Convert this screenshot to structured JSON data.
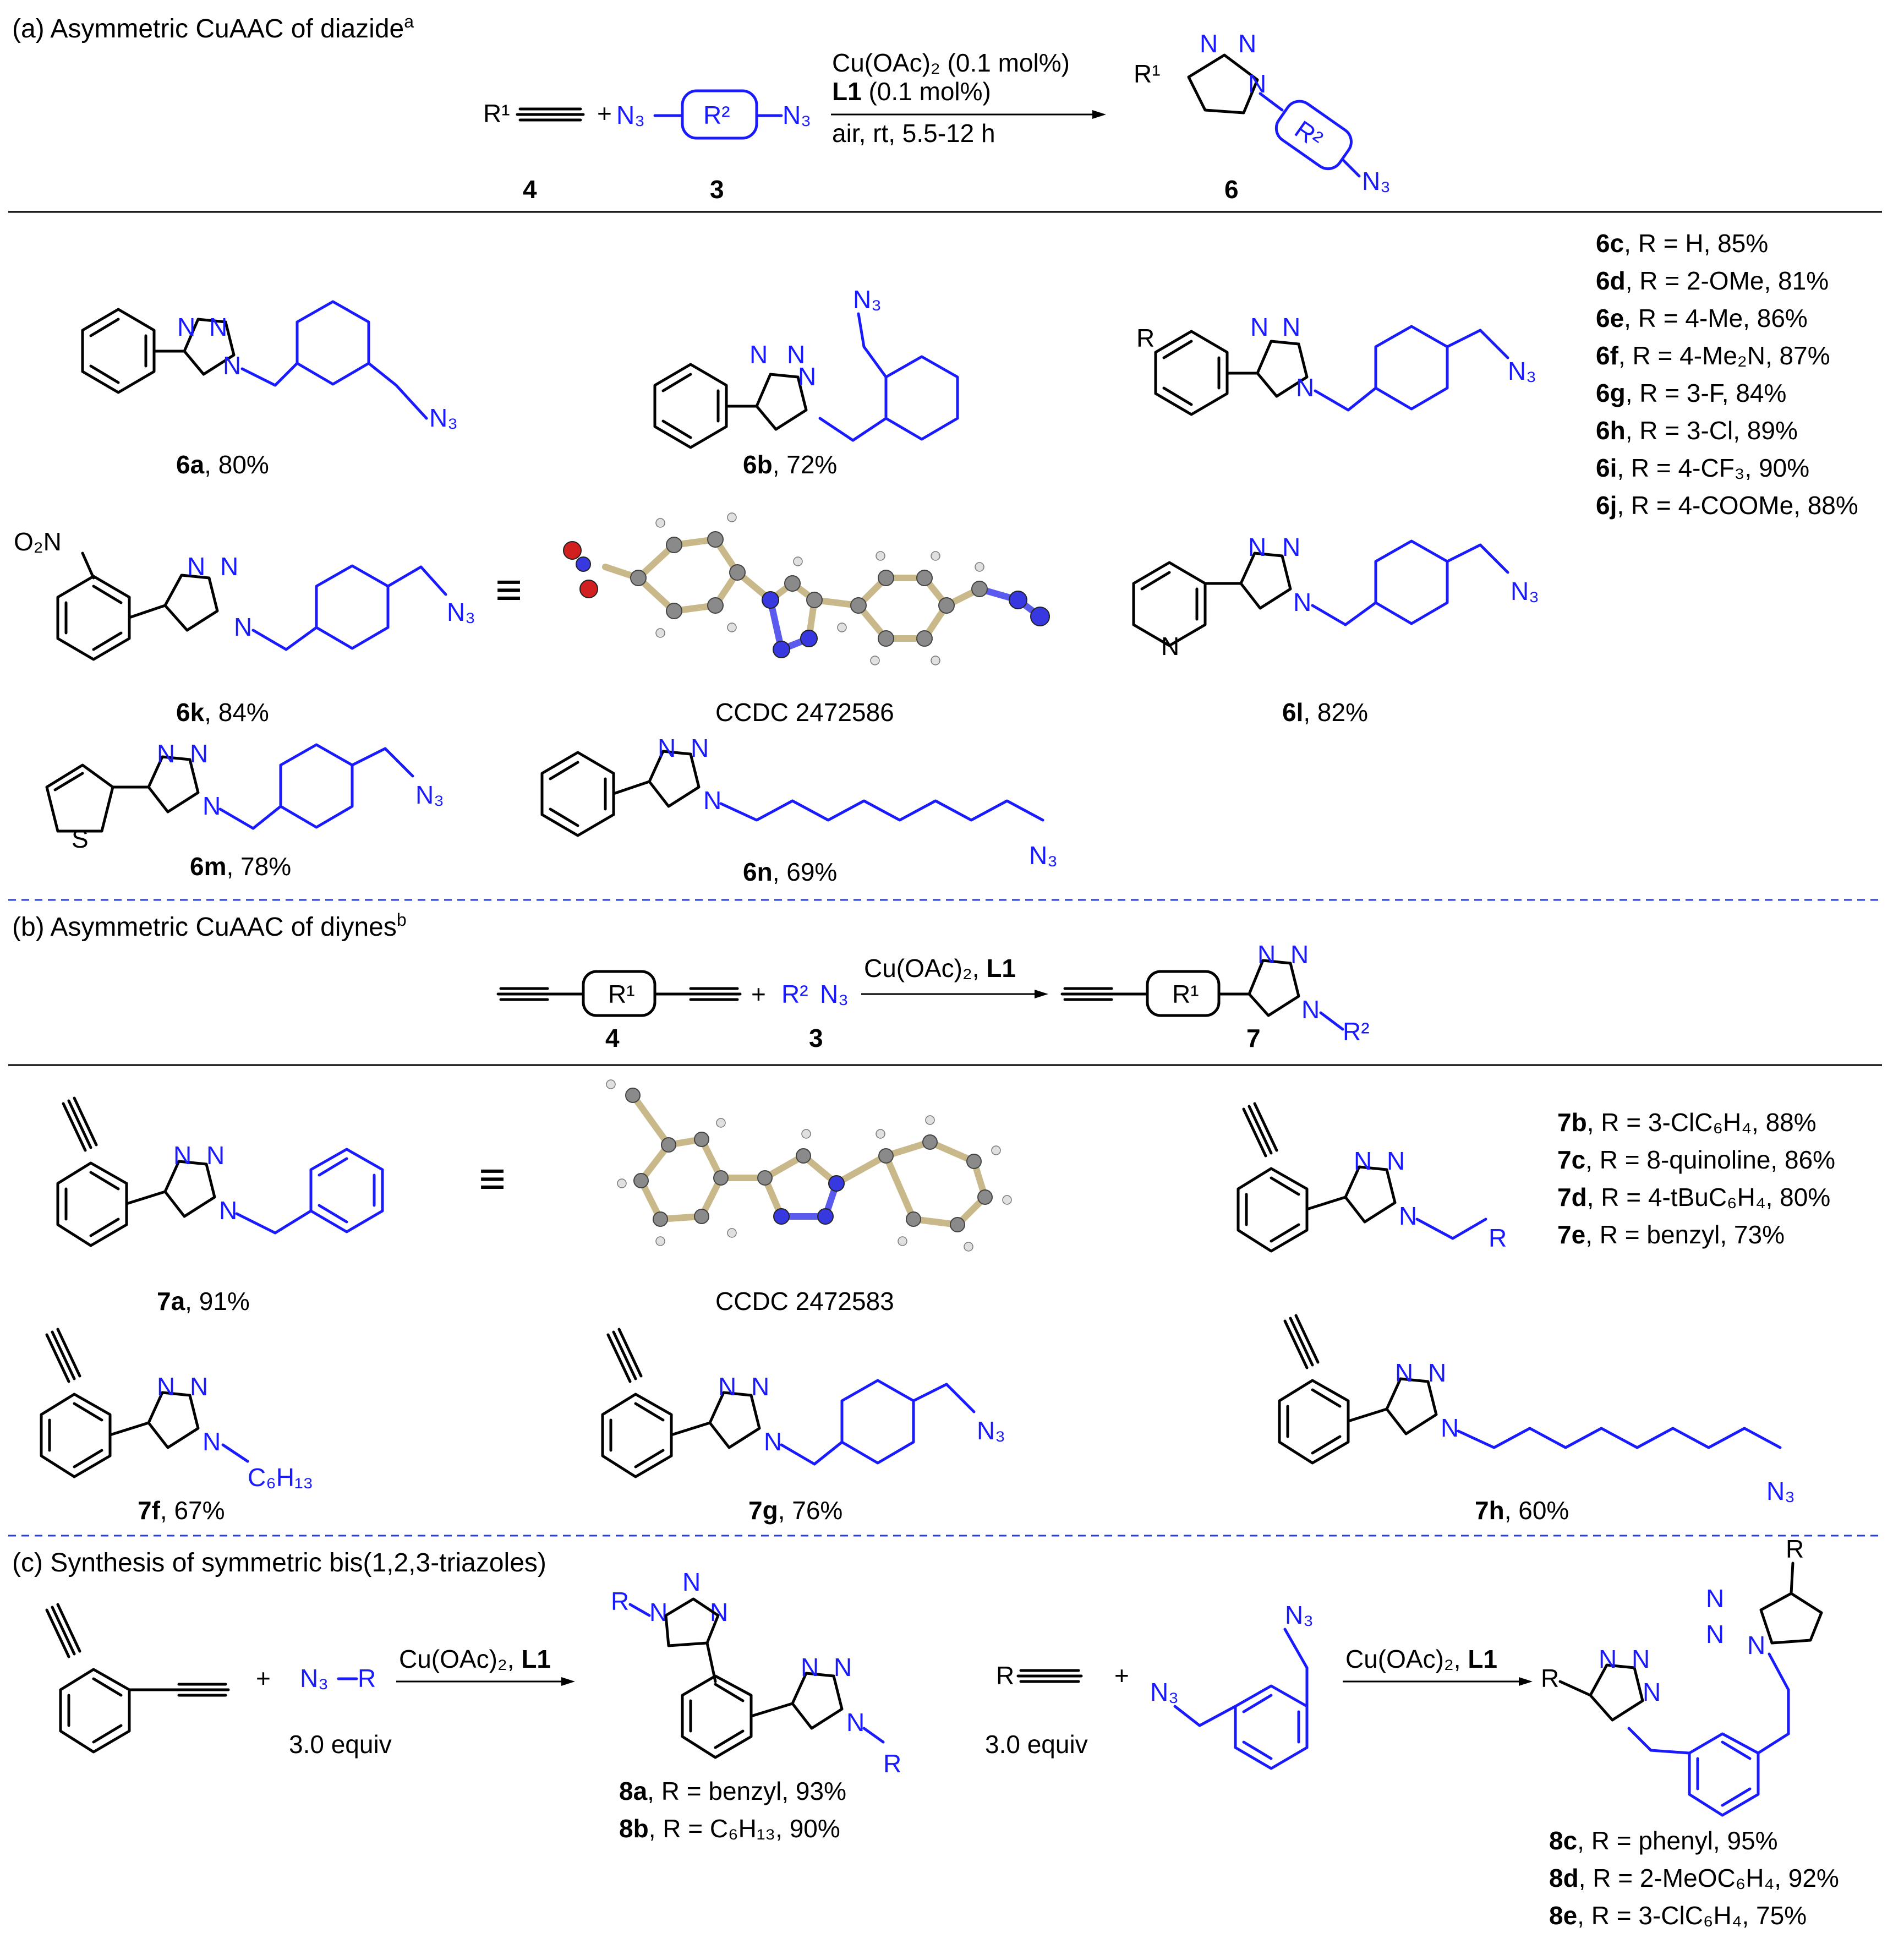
{
  "sections": {
    "a": {
      "title": "(a) Asymmetric CuAAC of diazide",
      "note": "a"
    },
    "b": {
      "title": "(b) Asymmetric CuAAC of diynes",
      "note": "b"
    },
    "c": {
      "title": "(c) Synthesis of symmetric bis(1,2,3-triazoles)"
    }
  },
  "reaction_a": {
    "cond1": "Cu(OAc)₂ (0.1 mol%)",
    "cond2_bold": "L1",
    "cond2_rest": " (0.1 mol%)",
    "cond3": "air, rt, 5.5-12 h",
    "labels": [
      "4",
      "3",
      "6"
    ]
  },
  "products_a": [
    {
      "id": "6a",
      "rest": ", 80%"
    },
    {
      "id": "6b",
      "rest": ", 72%"
    },
    {
      "id": "6k",
      "rest": ", 84%"
    },
    {
      "id": "6l",
      "rest": ", 82%"
    },
    {
      "id": "6m",
      "rest": ", 78%"
    },
    {
      "id": "6n",
      "rest": ", 69%"
    }
  ],
  "list_6": [
    {
      "id": "6c",
      "rest": ", R = H, 85%"
    },
    {
      "id": "6d",
      "rest": ", R = 2-OMe, 81%"
    },
    {
      "id": "6e",
      "rest": ", R = 4-Me, 86%"
    },
    {
      "id": "6f",
      "rest": ", R = 4-Me₂N, 87%"
    },
    {
      "id": "6g",
      "rest": ", R = 3-F, 84%"
    },
    {
      "id": "6h",
      "rest": ", R = 3-Cl, 89%"
    },
    {
      "id": "6i",
      "rest": ", R = 4-CF₃, 90%"
    },
    {
      "id": "6j",
      "rest": ", R = 4-COOMe, 88%"
    }
  ],
  "ccdc": [
    "CCDC 2472586",
    "CCDC 2472583"
  ],
  "reaction_b": {
    "cond_a": "Cu(OAc)₂, ",
    "cond_bold": "L1",
    "labels": [
      "4",
      "3",
      "7"
    ]
  },
  "products_b": [
    {
      "id": "7a",
      "rest": ", 91%"
    },
    {
      "id": "7f",
      "rest": ", 67%"
    },
    {
      "id": "7g",
      "rest": ", 76%"
    },
    {
      "id": "7h",
      "rest": ", 60%"
    }
  ],
  "list_7": [
    {
      "id": "7b",
      "rest": ", R = 3-ClC₆H₄, 88%"
    },
    {
      "id": "7c",
      "rest": ", R = 8-quinoline, 86%"
    },
    {
      "id": "7d",
      "rest": ", R = 4-tBuC₆H₄, 80%"
    },
    {
      "id": "7e",
      "rest": ", R = benzyl, 73%"
    }
  ],
  "reaction_c": {
    "cond_a": "Cu(OAc)₂, ",
    "cond_bold": "L1",
    "equiv": "3.0 equiv"
  },
  "list_8": [
    {
      "id": "8a",
      "rest": ", R = benzyl, 93%"
    },
    {
      "id": "8b",
      "rest": ", R = C₆H₁₃, 90%"
    },
    {
      "id": "8c",
      "rest": ", R = phenyl, 95%"
    },
    {
      "id": "8d",
      "rest": ", R = 2-MeOC₆H₄, 92%"
    },
    {
      "id": "8e",
      "rest": ", R = 3-ClC₆H₄, 75%"
    }
  ],
  "atoms": {
    "N": "N",
    "N3": "N₃",
    "R": "R",
    "R1": "R¹",
    "R2": "R²",
    "S": "S",
    "O2N": "O₂N",
    "C6H13": "C₆H₁₃",
    "plus": "+",
    "equiv_sym": "≡"
  },
  "colors": {
    "substrate_blue": "#1a1aff",
    "divider_blue": "#2a3fd6"
  }
}
